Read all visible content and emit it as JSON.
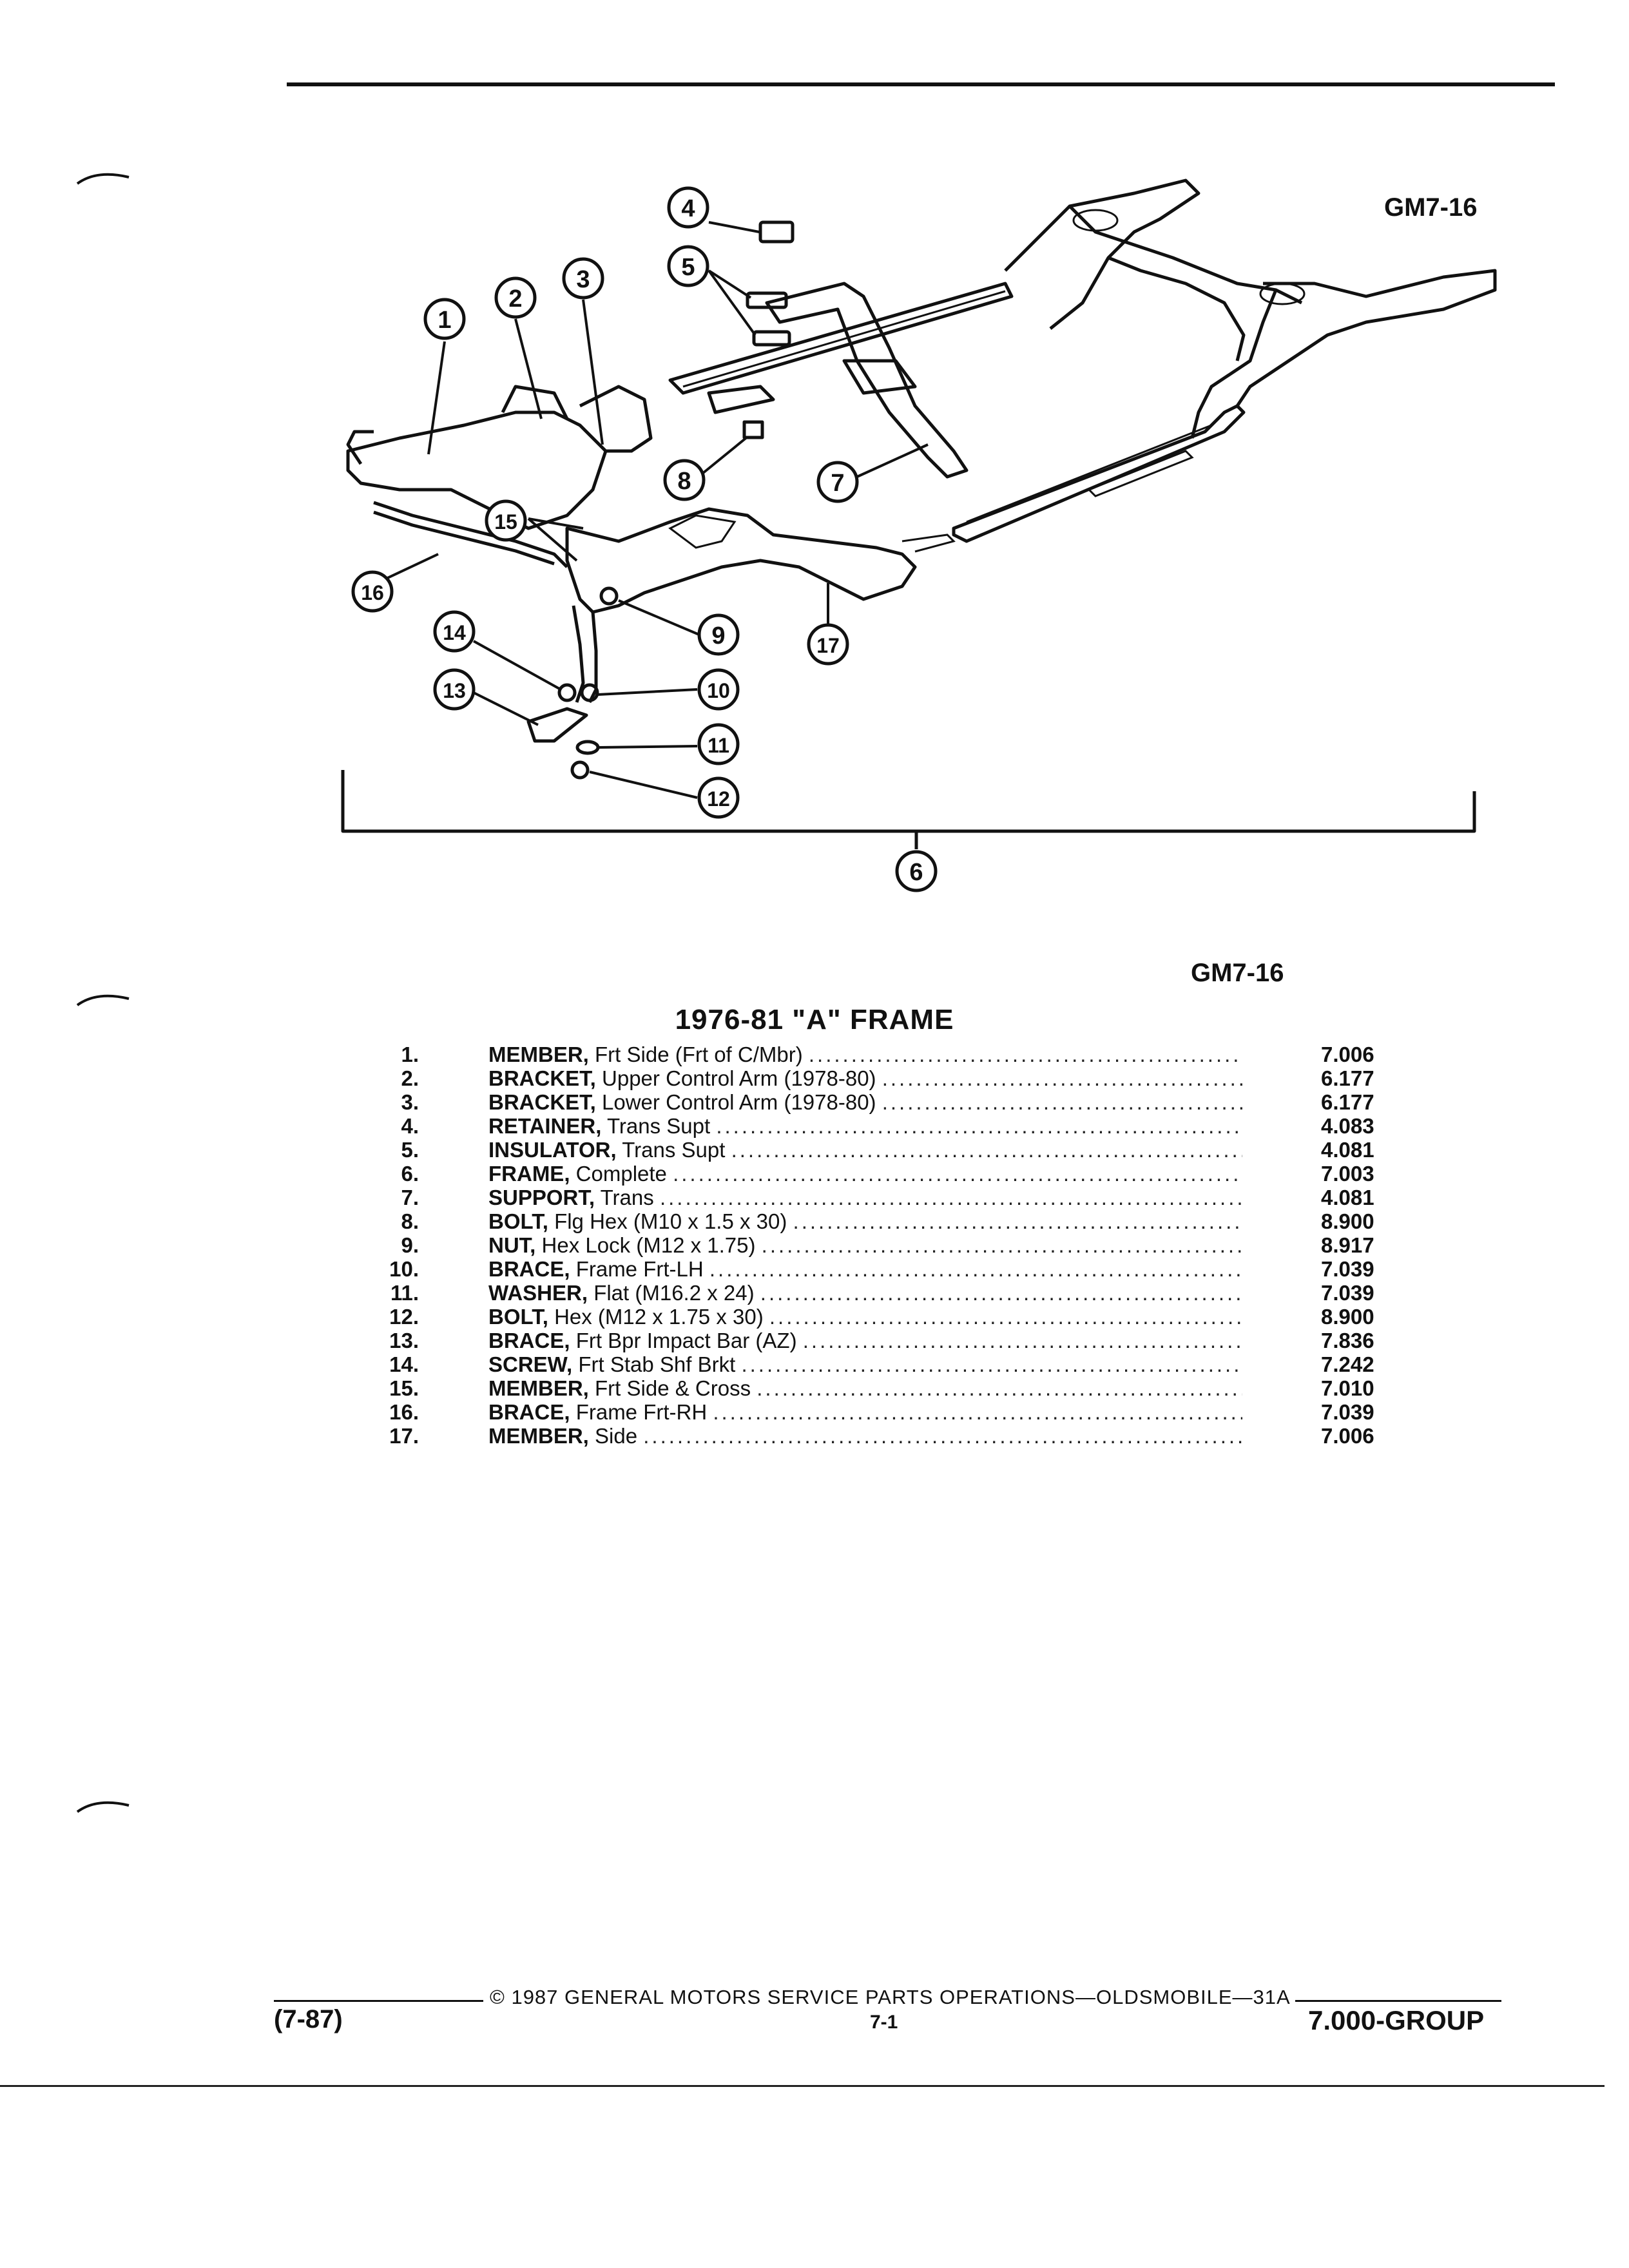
{
  "figure": {
    "code_top": "GM7-16",
    "code_bottom": "GM7-16",
    "callouts": [
      "1",
      "2",
      "3",
      "4",
      "5",
      "6",
      "7",
      "8",
      "9",
      "10",
      "11",
      "12",
      "13",
      "14",
      "15",
      "16",
      "17"
    ]
  },
  "title": "1976-81 \"A\" FRAME",
  "parts": [
    {
      "num": "1.",
      "name": "MEMBER,",
      "desc": "Frt Side (Frt of C/Mbr)",
      "code": "7.006"
    },
    {
      "num": "2.",
      "name": "BRACKET,",
      "desc": "Upper Control Arm (1978-80)",
      "code": "6.177"
    },
    {
      "num": "3.",
      "name": "BRACKET,",
      "desc": "Lower Control Arm (1978-80)",
      "code": "6.177"
    },
    {
      "num": "4.",
      "name": "RETAINER,",
      "desc": "Trans Supt",
      "code": "4.083"
    },
    {
      "num": "5.",
      "name": "INSULATOR,",
      "desc": "Trans Supt",
      "code": "4.081"
    },
    {
      "num": "6.",
      "name": "FRAME,",
      "desc": "Complete",
      "code": "7.003"
    },
    {
      "num": "7.",
      "name": "SUPPORT,",
      "desc": "Trans",
      "code": "4.081"
    },
    {
      "num": "8.",
      "name": "BOLT,",
      "desc": "Flg Hex (M10 x 1.5 x 30)",
      "code": "8.900"
    },
    {
      "num": "9.",
      "name": "NUT,",
      "desc": "Hex Lock (M12 x 1.75)",
      "code": "8.917"
    },
    {
      "num": "10.",
      "name": "BRACE,",
      "desc": "Frame Frt-LH",
      "code": "7.039"
    },
    {
      "num": "11.",
      "name": "WASHER,",
      "desc": "Flat (M16.2 x 24)",
      "code": "7.039"
    },
    {
      "num": "12.",
      "name": "BOLT,",
      "desc": "Hex (M12 x 1.75 x 30)",
      "code": "8.900"
    },
    {
      "num": "13.",
      "name": "BRACE,",
      "desc": "Frt Bpr Impact Bar (AZ)",
      "code": "7.836"
    },
    {
      "num": "14.",
      "name": "SCREW,",
      "desc": "Frt Stab Shf Brkt",
      "code": "7.242"
    },
    {
      "num": "15.",
      "name": "MEMBER,",
      "desc": "Frt Side & Cross",
      "code": "7.010"
    },
    {
      "num": "16.",
      "name": "BRACE,",
      "desc": "Frame Frt-RH",
      "code": "7.039"
    },
    {
      "num": "17.",
      "name": "MEMBER,",
      "desc": "Side",
      "code": "7.006"
    }
  ],
  "footer": {
    "copyright": "© 1987 GENERAL MOTORS SERVICE PARTS OPERATIONS—OLDSMOBILE—31A",
    "date": "(7-87)",
    "page": "7-1",
    "group": "7.000-GROUP"
  }
}
